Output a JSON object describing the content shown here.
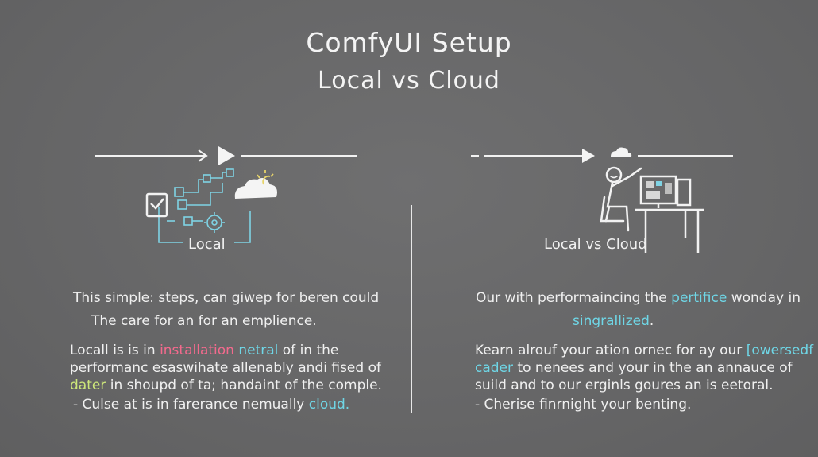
{
  "header": {
    "title": "ComfyUI Setup",
    "subtitle": "Local vs Cloud"
  },
  "left_panel": {
    "label": "Local",
    "intro_line1": "This simple: steps, can giwep for beren could",
    "intro_line2": "The care for an for an emplience.",
    "para": {
      "l1_a": "Locall is is in ",
      "l1_b": "installation",
      "l1_c": "netral",
      "l1_d": " of in the",
      "l2": "performanc esaswihate allenably andi fised of",
      "l3_a": "dater",
      "l3_b": "  in shoupd of ta; handaint of the comple."
    },
    "bullet_a": "- Culse at is in farerance nemually ",
    "bullet_b": "cloud."
  },
  "right_panel": {
    "label": "Local vs Cloud",
    "intro_line1_a": "Our with performaincing the ",
    "intro_line1_b": "pertifice",
    "intro_line1_c": " wonday in",
    "intro_line2_a": "singrallized",
    "intro_line2_b": ".",
    "para": {
      "l1_a": "Kearn alrouf your ation ornec for ay our ",
      "l1_b": "[owersedf",
      "l2_a": "cader",
      "l2_b": " to nenees and your in the an annauce of",
      "l3": "suild and to our erginls goures an is eetoral."
    },
    "bullet": "- Cherise finrnight your benting."
  },
  "colors": {
    "background": "#6a6a6b",
    "pink_highlight": "#f26a8d",
    "cyan_highlight": "#6fd6e6",
    "green_highlight": "#cde77a",
    "yellow_accent": "#e7d46a"
  },
  "icons": [
    "arrow-right-icon",
    "play-triangle-icon",
    "checkbox-icon",
    "cloud-icon",
    "sun-icon",
    "gear-icon",
    "person-at-desk-icon",
    "monitor-icon"
  ]
}
